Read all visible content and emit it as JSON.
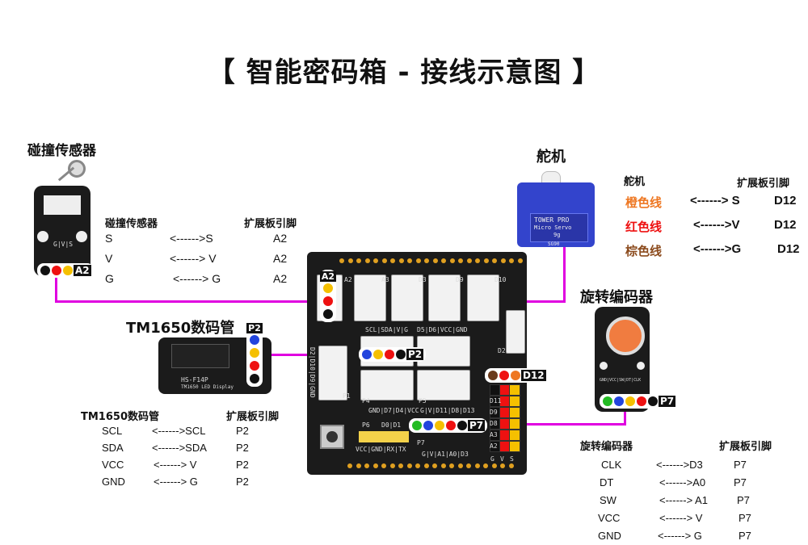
{
  "title": "【 智能密码箱 -  接线示意图 】",
  "bump": {
    "heading": "碰撞传感器",
    "table_header": "碰撞传感器",
    "table_header2": "扩展板引脚",
    "rows": [
      {
        "a": "S",
        "arrow": "<------>S",
        "b": "A2"
      },
      {
        "a": "V",
        "arrow": "<------> V",
        "b": "A2"
      },
      {
        "a": "G",
        "arrow": "<------> G",
        "b": "A2"
      }
    ],
    "port": "A2",
    "silk": "G|V|S"
  },
  "servo": {
    "heading": "舵机",
    "table_header": "舵机",
    "table_header2": "扩展板引脚",
    "rows": [
      {
        "a": "橙色线",
        "arrow": "<------> S",
        "b": "D12",
        "color": "#ee7722"
      },
      {
        "a": "红色线",
        "arrow": "<------>V",
        "b": "D12",
        "color": "#ee1111"
      },
      {
        "a": "棕色线",
        "arrow": "<------>G",
        "b": "D12",
        "color": "#8b4a1c"
      }
    ],
    "brand": "TOWER PRO",
    "model": "Micro Servo",
    "weight": "9g",
    "sg": "SG90"
  },
  "tm": {
    "heading": "TM1650数码管",
    "table_header": "TM1650数码管",
    "table_header2": "扩展板引脚",
    "rows": [
      {
        "a": "SCL",
        "arrow": "<------>SCL",
        "b": "P2"
      },
      {
        "a": "SDA",
        "arrow": "<------>SDA",
        "b": "P2"
      },
      {
        "a": "VCC",
        "arrow": "<------> V",
        "b": "P2"
      },
      {
        "a": "GND",
        "arrow": "<------> G",
        "b": "P2"
      }
    ],
    "port": "P2",
    "silk1": "HS-F14P",
    "silk2": "TM1650 LED Display"
  },
  "encoder": {
    "heading": "旋转编码器",
    "table_header": "旋转编码器",
    "table_header2": "扩展板引脚",
    "rows": [
      {
        "a": "CLK",
        "arrow": "<------>D3",
        "b": "P7"
      },
      {
        "a": "DT",
        "arrow": "<------>A0",
        "b": "P7"
      },
      {
        "a": "SW",
        "arrow": "<------> A1",
        "b": "P7"
      },
      {
        "a": "VCC",
        "arrow": "<------> V",
        "b": "P7"
      },
      {
        "a": "GND",
        "arrow": "<------> G",
        "b": "P7"
      }
    ],
    "port": "P7",
    "silk": "GND|VCC|SW|DT|CLK"
  },
  "board": {
    "top_labels": [
      "A2",
      "A3",
      "D3",
      "D9",
      "D10"
    ],
    "silk_scl": "SCL|SDA|V|G",
    "silk_d5": "D5|D6|VCC|GND",
    "silk_gnd": "GND|D7|D4|VCC",
    "silk_p5": "G|V|D11|D8|D13",
    "silk_p6": "VCC|GND|RX|TX",
    "silk_d0": "D0|D1",
    "silk_p7": "G|V|A1|A0|D3",
    "p1": "P1",
    "p4": "P4",
    "p5": "P5",
    "p6": "P6",
    "p7": "P7",
    "d2": "D2",
    "d12": "D12",
    "left_silk": "D2|D10|D9|GND",
    "pin_col": [
      "D11",
      "D9",
      "D8",
      "A3",
      "A2"
    ],
    "gvs": [
      "G",
      "V",
      "S"
    ]
  },
  "colors": {
    "wire": "#e000e0",
    "yellow": "#f5c000",
    "red": "#ee1111",
    "black": "#111111",
    "blue": "#2244dd",
    "green": "#22bb22",
    "brown": "#6b3a1a",
    "orange": "#ee7722"
  }
}
